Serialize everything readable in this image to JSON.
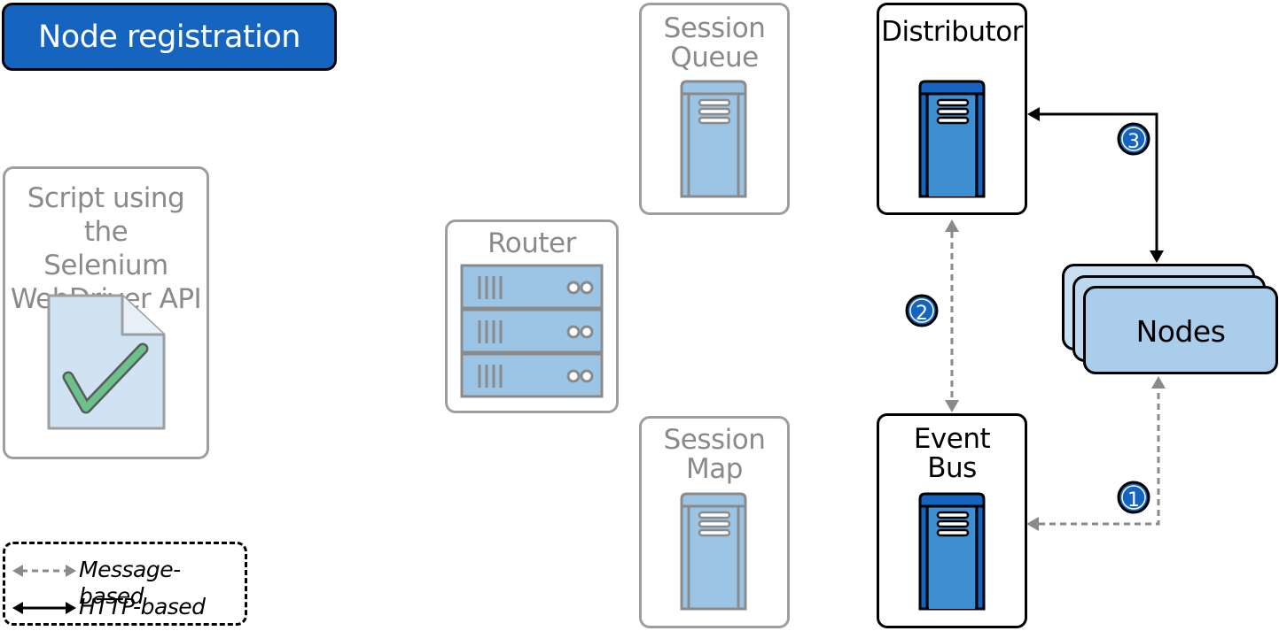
{
  "header": {
    "title": "Node registration"
  },
  "components": {
    "script": {
      "label": "Script using the\nSelenium\nWebDriver API"
    },
    "router": {
      "label": "Router"
    },
    "session_queue": {
      "label": "Session\nQueue"
    },
    "session_map": {
      "label": "Session\nMap"
    },
    "distributor": {
      "label": "Distributor"
    },
    "event_bus": {
      "label": "Event\nBus"
    },
    "nodes": {
      "label": "Nodes"
    }
  },
  "steps": {
    "one": "1",
    "two": "2",
    "three": "3"
  },
  "legend": {
    "message_based": "Message-based",
    "http_based": "HTTP-based"
  },
  "colors": {
    "header_blue": "#1565c0",
    "server_dark": "#1565c0",
    "server_light": "#9cc4e4",
    "gray_border": "#9e9e9e",
    "checkmark": "#6cc08a"
  }
}
